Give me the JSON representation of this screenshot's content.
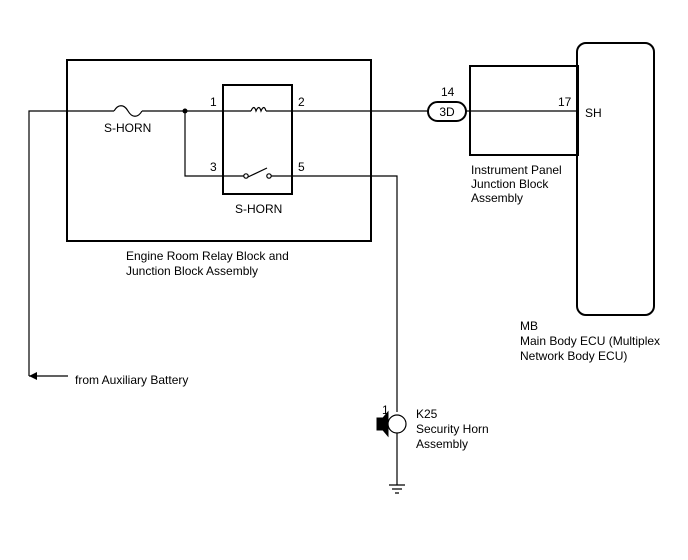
{
  "diagram": {
    "relay_block": {
      "label_line1": "Engine Room Relay Block and",
      "label_line2": "Junction Block Assembly",
      "fuse_label": "S-HORN",
      "relay_label": "S-HORN",
      "pins": {
        "p1": "1",
        "p2": "2",
        "p3": "3",
        "p5": "5"
      }
    },
    "connector": {
      "code": "3D",
      "pin": "14"
    },
    "instrument_panel": {
      "label_line1": "Instrument Panel",
      "label_line2": "Junction Block",
      "label_line3": "Assembly",
      "pin": "17"
    },
    "ecu": {
      "terminal": "SH",
      "code": "MB",
      "label_line1": "Main Body ECU (Multiplex",
      "label_line2": "Network Body ECU)"
    },
    "battery": {
      "label": "from Auxiliary Battery"
    },
    "horn": {
      "code": "K25",
      "label_line1": "Security Horn",
      "label_line2": "Assembly",
      "pin": "1"
    }
  }
}
